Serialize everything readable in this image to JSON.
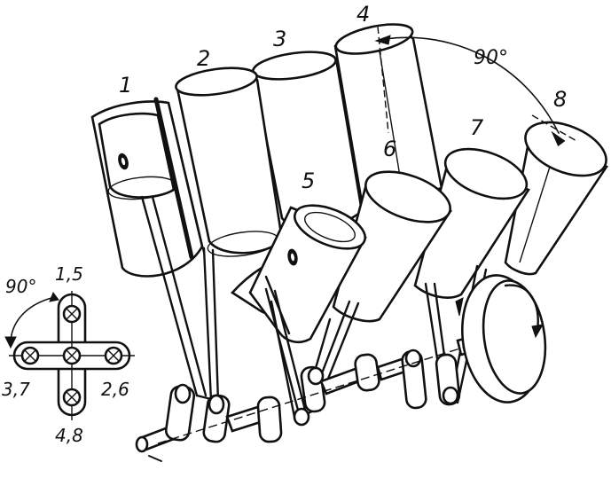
{
  "labels": {
    "cyl1": "1",
    "cyl2": "2",
    "cyl3": "3",
    "cyl4": "4",
    "cyl5": "5",
    "cyl6": "6",
    "cyl7": "7",
    "cyl8": "8",
    "bank_angle": "90°",
    "crank_angle": "90°",
    "throw_top": "1,5",
    "throw_right": "2,6",
    "throw_left": "3,7",
    "throw_bottom": "4,8"
  },
  "colors": {
    "ink": "#111111",
    "paper": "#ffffff"
  }
}
